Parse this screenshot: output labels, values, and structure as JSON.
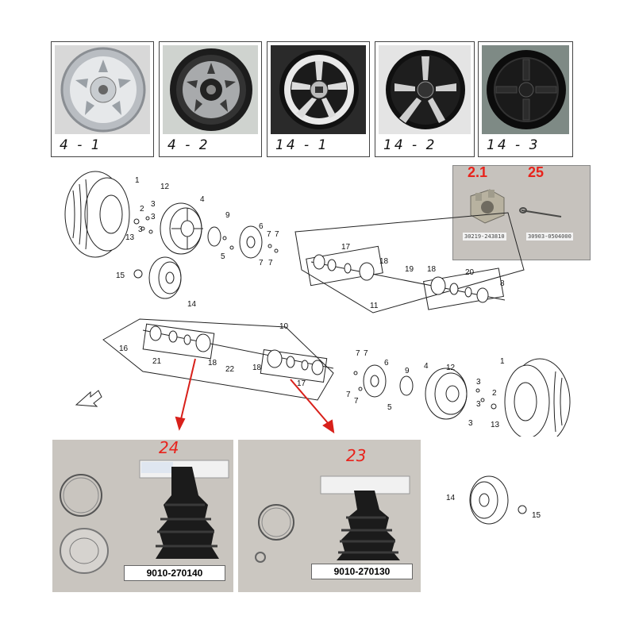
{
  "wheel_options": [
    {
      "label": "4 - 1",
      "style": "steel-silver"
    },
    {
      "label": "4 - 2",
      "style": "steel-black"
    },
    {
      "label": "14 - 1",
      "style": "alloy-silver"
    },
    {
      "label": "14 - 2",
      "style": "alloy-black"
    },
    {
      "label": "14 - 3",
      "style": "plastic-black"
    }
  ],
  "hardware_inset": {
    "left_label": "2.1",
    "right_label": "25",
    "left_code": "30219-243810",
    "right_code": "30903-0504000"
  },
  "boot_kits": [
    {
      "label": "24",
      "part_number": "9010-270140"
    },
    {
      "label": "23",
      "part_number": "9010-270130"
    }
  ],
  "callouts_upper": [
    "1",
    "2",
    "3",
    "3",
    "3",
    "13",
    "12",
    "4",
    "9",
    "5",
    "6",
    "7",
    "7",
    "7",
    "7",
    "17",
    "18",
    "19",
    "18",
    "20",
    "8",
    "11",
    "15",
    "14"
  ],
  "callouts_lower": [
    "10",
    "16",
    "21",
    "18",
    "22",
    "18",
    "17",
    "7",
    "7",
    "6",
    "7",
    "7",
    "9",
    "5",
    "4",
    "12",
    "3",
    "3",
    "3",
    "2",
    "13",
    "1",
    "14",
    "15"
  ],
  "colors": {
    "accent_red": "#e8231c",
    "line": "#222222"
  }
}
